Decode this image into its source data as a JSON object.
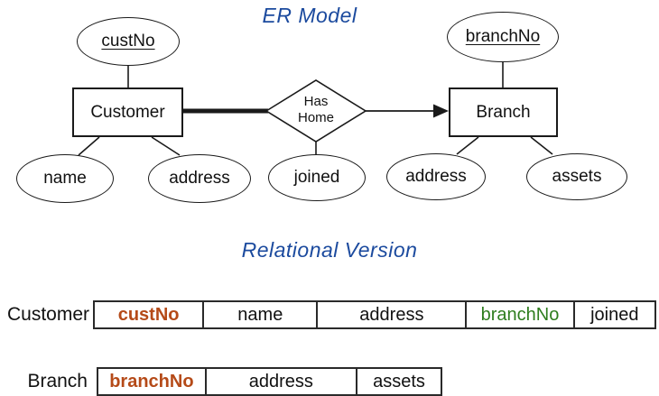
{
  "titles": {
    "er_model": "ER Model",
    "relational_version": "Relational Version"
  },
  "colors": {
    "title_blue": "#1b4a9e",
    "primary_key_orange": "#b54a18",
    "foreign_key_green": "#2e7d1e",
    "line_black": "#1a1a1a"
  },
  "er": {
    "entities": {
      "customer": "Customer",
      "branch": "Branch"
    },
    "relationship": {
      "line1": "Has",
      "line2": "Home"
    },
    "attributes": {
      "custNo": "custNo",
      "name": "name",
      "address_customer": "address",
      "joined": "joined",
      "branchNo": "branchNo",
      "address_branch": "address",
      "assets": "assets"
    }
  },
  "relational": {
    "customer": {
      "label": "Customer",
      "cells": [
        "custNo",
        "name",
        "address",
        "branchNo",
        "joined"
      ]
    },
    "branch": {
      "label": "Branch",
      "cells": [
        "branchNo",
        "address",
        "assets"
      ]
    }
  }
}
